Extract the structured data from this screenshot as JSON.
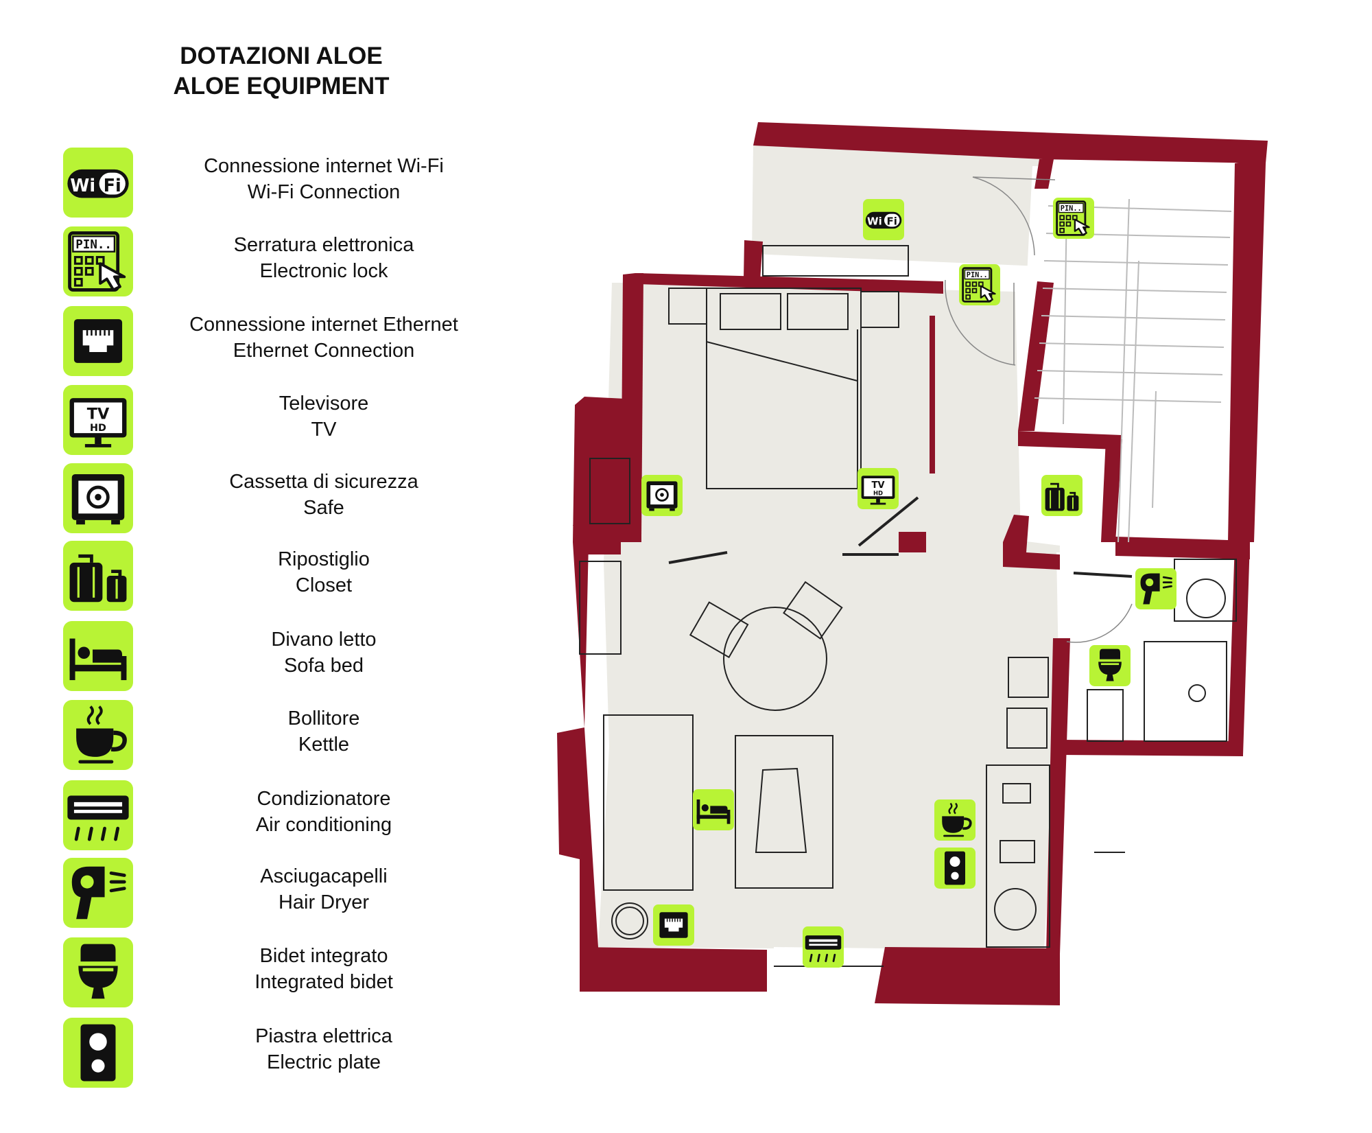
{
  "title": {
    "line1": "DOTAZIONI ALOE",
    "line2": "ALOE EQUIPMENT"
  },
  "colors": {
    "wall": "#8c1428",
    "floor": "#ebeae4",
    "icon_bg": "#b8f335",
    "icon_fg": "#111111",
    "line": "#222222"
  },
  "legend": [
    {
      "icon": "wifi-icon",
      "it": "Connessione internet Wi-Fi",
      "en": "Wi-Fi Connection"
    },
    {
      "icon": "electronic-lock-icon",
      "it": "Serratura elettronica",
      "en": "Electronic lock"
    },
    {
      "icon": "ethernet-icon",
      "it": "Connessione internet Ethernet",
      "en": "Ethernet Connection"
    },
    {
      "icon": "tv-icon",
      "it": "Televisore",
      "en": "TV"
    },
    {
      "icon": "safe-icon",
      "it": "Cassetta di sicurezza",
      "en": "Safe"
    },
    {
      "icon": "luggage-icon",
      "it": "Ripostiglio",
      "en": "Closet"
    },
    {
      "icon": "bed-icon",
      "it": "Divano letto",
      "en": "Sofa bed"
    },
    {
      "icon": "kettle-icon",
      "it": "Bollitore",
      "en": "Kettle"
    },
    {
      "icon": "air-conditioner-icon",
      "it": "Condizionatore",
      "en": "Air conditioning"
    },
    {
      "icon": "hair-dryer-icon",
      "it": "Asciugacapelli",
      "en": "Hair Dryer"
    },
    {
      "icon": "toilet-icon",
      "it": "Bidet integrato",
      "en": "Integrated bidet"
    },
    {
      "icon": "electric-plate-icon",
      "it": "Piastra elettrica",
      "en": "Electric plate"
    }
  ],
  "icon_labels": {
    "wifi_a": "Wi",
    "wifi_b": "Fi",
    "pin": "PIN..",
    "tv": "TV",
    "hd": "HD"
  },
  "plan_markers": [
    {
      "icon": "wifi-icon"
    },
    {
      "icon": "electronic-lock-icon"
    },
    {
      "icon": "electronic-lock-icon"
    },
    {
      "icon": "safe-icon"
    },
    {
      "icon": "tv-icon"
    },
    {
      "icon": "luggage-icon"
    },
    {
      "icon": "hair-dryer-icon"
    },
    {
      "icon": "toilet-icon"
    },
    {
      "icon": "bed-icon"
    },
    {
      "icon": "kettle-icon"
    },
    {
      "icon": "electric-plate-icon"
    },
    {
      "icon": "ethernet-icon"
    },
    {
      "icon": "air-conditioner-icon"
    }
  ]
}
